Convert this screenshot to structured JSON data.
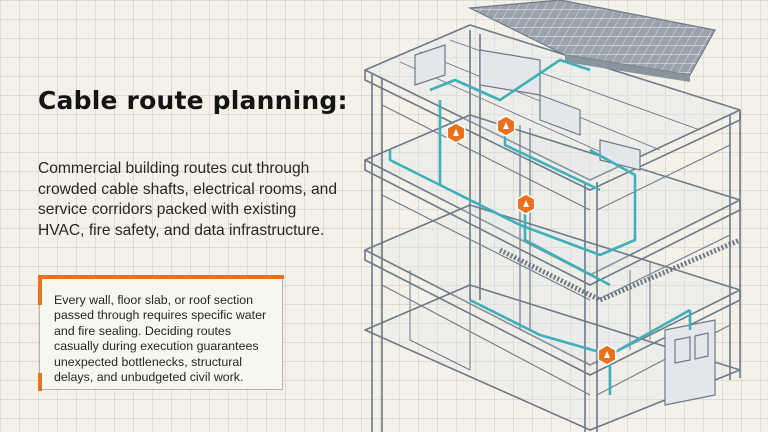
{
  "heading": "Cable route planning:",
  "intro": "Commercial building routes cut through crowded cable shafts, electrical rooms, and service corridors packed with existing HVAC, fire safety, and data infrastructure.",
  "note": "Every wall, floor slab, or roof section passed through requires specific water and fire sealing. Deciding routes casually during execution guarantees unexpected bottlenecks, structural delays, and unbudgeted civil work.",
  "colors": {
    "accent": "#e8701f",
    "cable": "#3fb0bb",
    "structure": "#6d7a8a",
    "grid": "#d8d6cc"
  },
  "icons": [
    "fire-sealing-marker-icon",
    "solar-panel-icon",
    "hvac-unit-icon",
    "electrical-panel-icon"
  ]
}
